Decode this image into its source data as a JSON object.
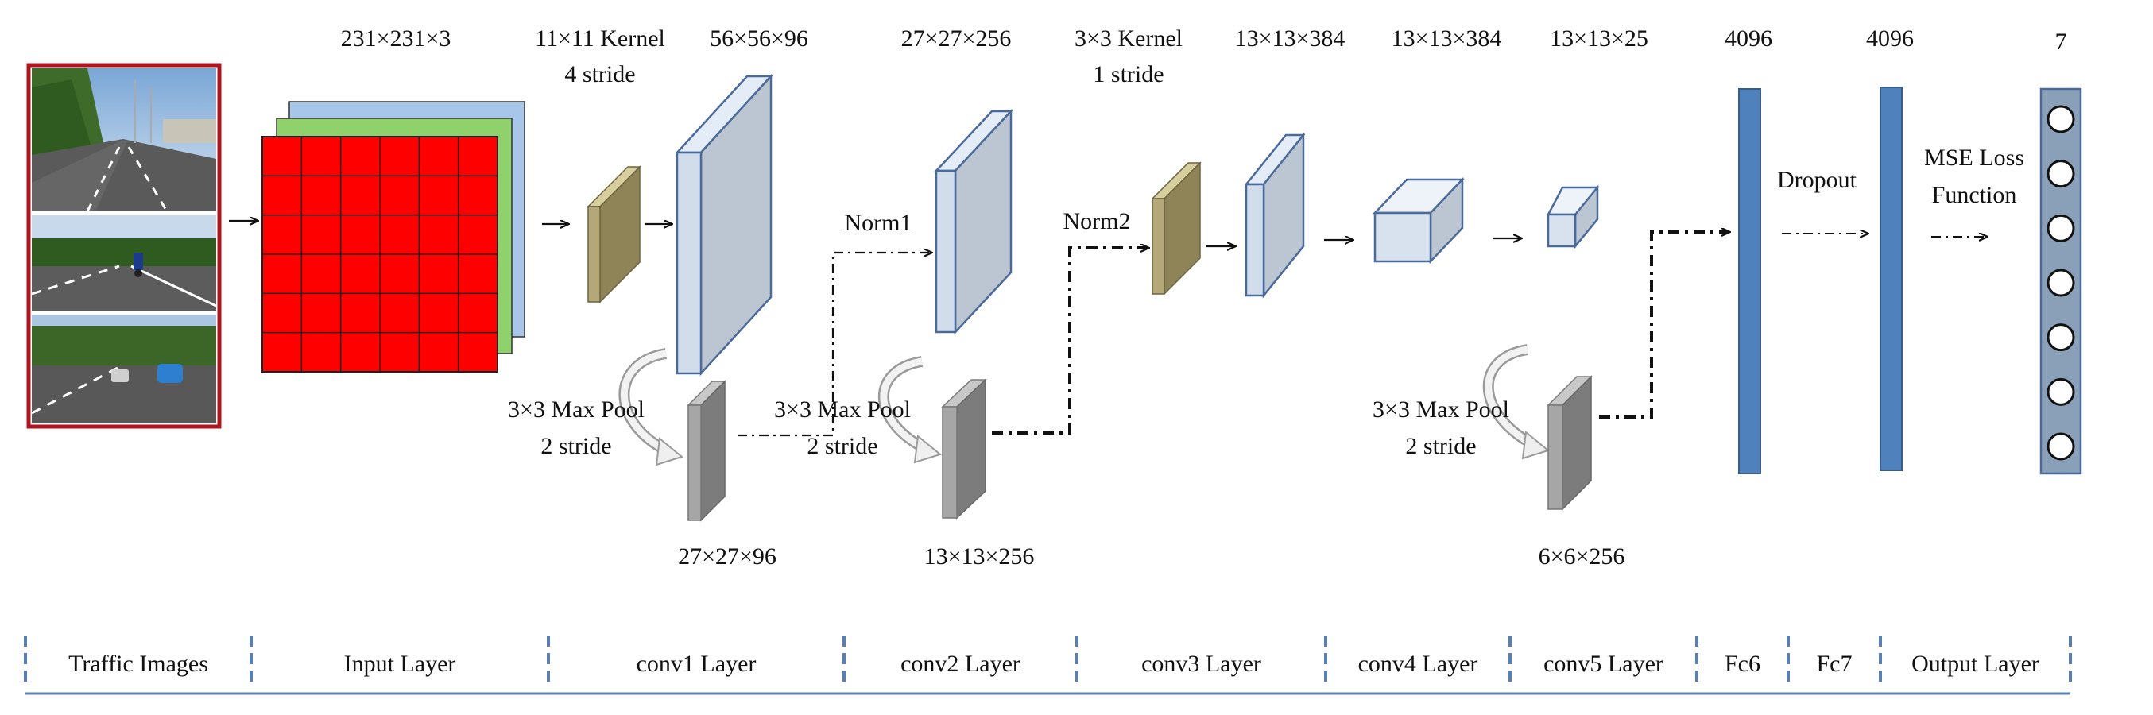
{
  "colors": {
    "image_border": "#b0141e",
    "input_red": "#ff0000",
    "input_green": "#8fd16a",
    "input_blue": "#a8c6ea",
    "kernel_tan": "#b4a878",
    "fmap_fill": "#cfd8e6",
    "fmap_edge": "#4a6a9a",
    "pool_gray": "#8a8a8a",
    "fc_blue": "#4f81bd",
    "separator": "#5a7fb0"
  },
  "top_labels": {
    "input_dims": "231×231×3",
    "kernel1_size": "11×11 Kernel",
    "kernel1_stride": "4 stride",
    "conv1_dims": "56×56×96",
    "conv2_dims": "27×27×256",
    "kernel3_size": "3×3 Kernel",
    "kernel3_stride": "1 stride",
    "conv3_dims": "13×13×384",
    "conv4_dims": "13×13×384",
    "conv5_dims": "13×13×25",
    "fc6_dims": "4096",
    "fc7_dims": "4096",
    "output_dims": "7"
  },
  "mid_labels": {
    "norm1": "Norm1",
    "norm2": "Norm2",
    "dropout": "Dropout",
    "loss_line1": "MSE Loss",
    "loss_line2": "Function"
  },
  "pool_labels": {
    "pool1_line1": "3×3 Max Pool",
    "pool1_line2": "2 stride",
    "pool1_dims": "27×27×96",
    "pool2_line1": "3×3 Max Pool",
    "pool2_line2": "2 stride",
    "pool2_dims": "13×13×256",
    "pool3_line1": "3×3 Max Pool",
    "pool3_line2": "2 stride",
    "pool3_dims": "6×6×256"
  },
  "stages": [
    "Traffic Images",
    "Input Layer",
    "conv1  Layer",
    "conv2  Layer",
    "conv3 Layer",
    "conv4  Layer",
    "conv5  Layer",
    "Fc6",
    "Fc7",
    "Output Layer"
  ],
  "output_nodes": 7
}
